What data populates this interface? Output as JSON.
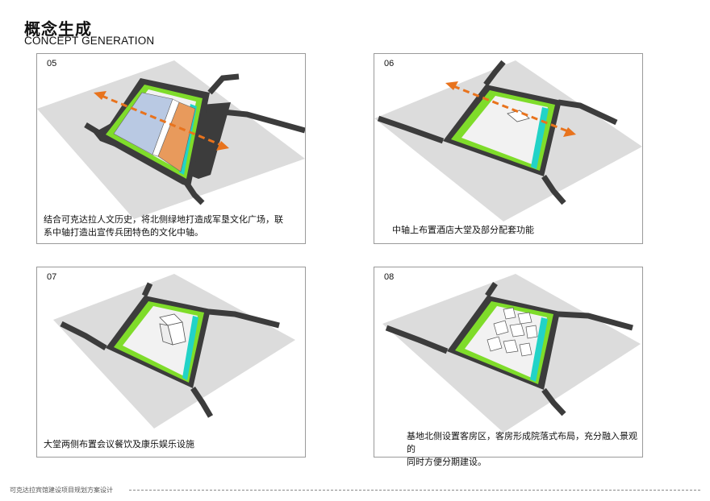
{
  "header": {
    "title_cn": "概念生成",
    "title_en": "CONCEPT GENERATION"
  },
  "panels": [
    {
      "number": "05",
      "caption_lines": [
        "结合可克达拉人文历史，将北侧绿地打造成军垦文化广场，联",
        "系中轴打造出宣传兵团特色的文化中轴。"
      ]
    },
    {
      "number": "06",
      "caption_lines": [
        "中轴上布置酒店大堂及部分配套功能"
      ]
    },
    {
      "number": "07",
      "caption_lines": [
        "大堂两侧布置会议餐饮及康乐娱乐设施"
      ]
    },
    {
      "number": "08",
      "caption_lines": [
        "基地北侧设置客房区，客房形成院落式布局，充分融入景观的",
        "同时方便分期建设。"
      ]
    }
  ],
  "footer": {
    "text": "可克达拉宾馆建设项目规划方案设计"
  },
  "colors": {
    "road": "#3c3c3c",
    "ground": "#dcdcdc",
    "green": "#7fdc2a",
    "water": "#22d3c7",
    "axis_arrow": "#e8731d",
    "north_block": "#b9c9e3",
    "south_block": "#e89a5c"
  },
  "icons": [
    "axis-arrow-icon"
  ]
}
